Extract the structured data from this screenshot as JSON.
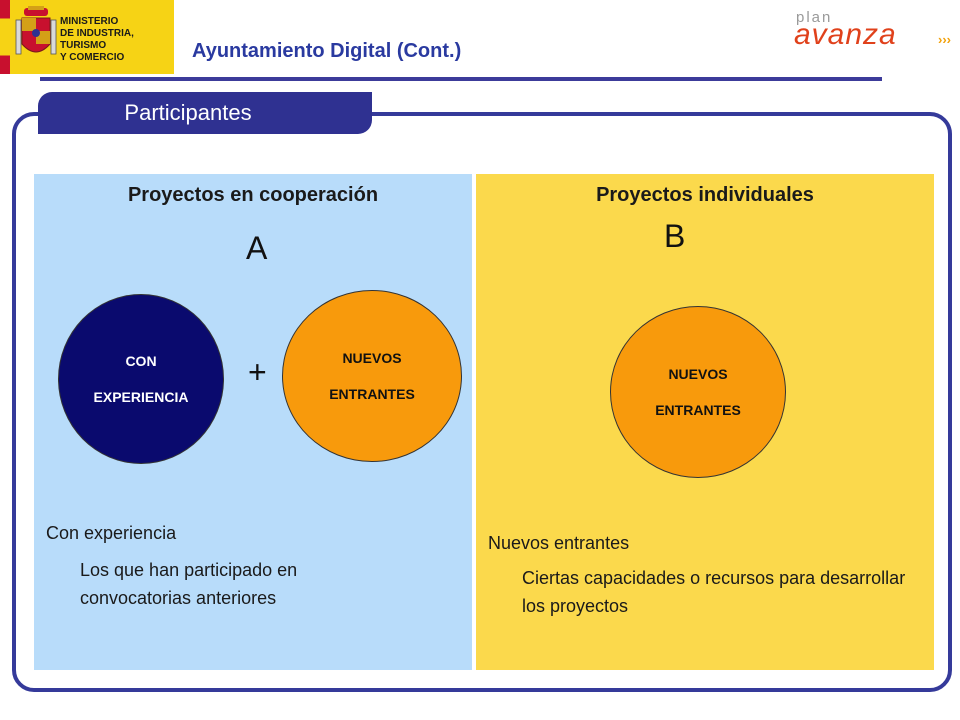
{
  "header": {
    "ministry_lines": "MINISTERIO\nDE INDUSTRIA, TURISMO\nY COMERCIO",
    "title": "Ayuntamiento Digital (Cont.)",
    "plan_small": "plan",
    "plan_big": "avanza",
    "plan_suffix": "›››"
  },
  "tab": {
    "label": "Participantes"
  },
  "left": {
    "heading": "Proyectos en cooperación",
    "letter": "A",
    "circle_a_line1": "CON",
    "circle_a_line2": "EXPERIENCIA",
    "plus": "+",
    "circle_b_line1": "NUEVOS",
    "circle_b_line2": "ENTRANTES",
    "text_title": "Con experiencia",
    "text_body": "Los que han participado en convocatorias anteriores"
  },
  "right": {
    "heading": "Proyectos individuales",
    "letter": "B",
    "circle_line1": "NUEVOS",
    "circle_line2": "ENTRANTES",
    "text_title": "Nuevos entrantes",
    "text_body": "Ciertas capacidades o recursos para desarrollar los proyectos"
  },
  "colors": {
    "accent": "#2f3191",
    "left_panel": "#b8dcfa",
    "right_panel": "#fbd94c",
    "circle_blue": "#0a0a6e",
    "circle_orange": "#f89a0c"
  }
}
